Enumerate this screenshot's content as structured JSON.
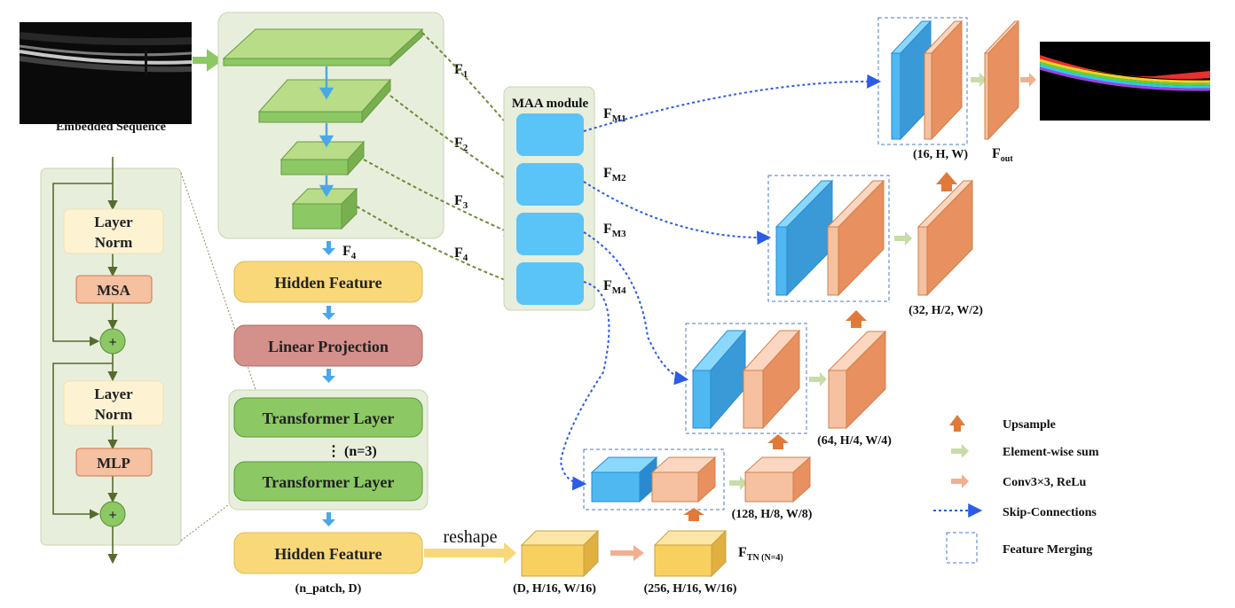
{
  "input": {
    "embedded_sequence_label": "Embedded Sequence"
  },
  "transformer_block": {
    "layer_norm_1": [
      "Layer",
      "Norm"
    ],
    "msa": "MSA",
    "layer_norm_2": [
      "Layer",
      "Norm"
    ],
    "mlp": "MLP",
    "sum_symbol": "+"
  },
  "backbone": {
    "f4_label": "F",
    "f4_sub": "4",
    "hidden_feature_top": "Hidden Feature",
    "linear_projection": "Linear Projection",
    "transformer_layer_1": "Transformer Layer",
    "transformer_layer_2": "Transformer Layer",
    "n_repeat": "⋮ (n=3)",
    "hidden_feature_bottom": "Hidden Feature",
    "n_patch_label": "(n_patch, D)",
    "reshape_label": "reshape"
  },
  "pyramid_features": [
    {
      "main": "F",
      "sub": "1"
    },
    {
      "main": "F",
      "sub": "2"
    },
    {
      "main": "F",
      "sub": "3"
    },
    {
      "main": "F",
      "sub": "4"
    }
  ],
  "maa": {
    "title": "MAA module",
    "outputs": [
      {
        "main": "F",
        "sub": "M1"
      },
      {
        "main": "F",
        "sub": "M2"
      },
      {
        "main": "F",
        "sub": "M3"
      },
      {
        "main": "F",
        "sub": "M4"
      }
    ]
  },
  "decoder": {
    "dims": [
      "(D, H/16, W/16)",
      "(256, H/16, W/16)",
      "(128, H/8, W/8)",
      "(64, H/4, W/4)",
      "(32, H/2, W/2)",
      "(16, H, W)"
    ],
    "ftn_main": "F",
    "ftn_sub": "TN (N=4)",
    "fout_main": "F",
    "fout_sub": "out"
  },
  "legend": {
    "items": [
      "Upsample",
      "Element-wise sum",
      "Conv3×3, ReLu",
      "Skip-Connections",
      "Feature Merging"
    ]
  },
  "colors": {
    "green_panel": "#e8eedc",
    "green_block": "#8cc864",
    "orange": "#f0a878",
    "blue": "#4fb8f0",
    "yellow": "#f8d878",
    "upsample_arrow": "#e07a3a",
    "sum_arrow": "#c8dca8",
    "skip_line": "#2a5ce8"
  }
}
